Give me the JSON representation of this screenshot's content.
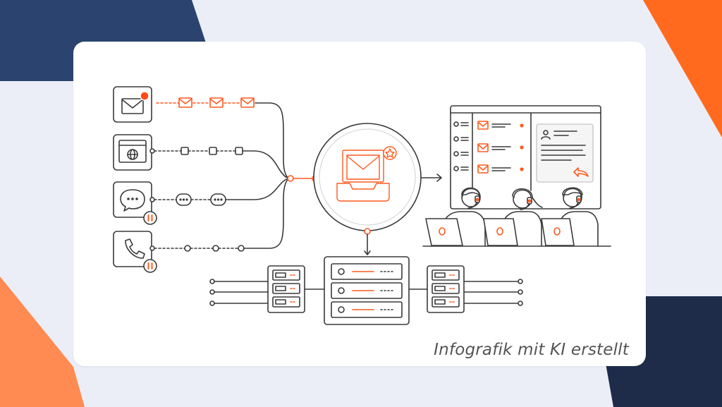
{
  "colors": {
    "navy": "#2b446f",
    "navy_dark": "#1e2b49",
    "orange": "#ff6a1f",
    "orange_light": "#ff8b52",
    "background": "#eceef7",
    "card": "#ffffff",
    "line": "#3a3a3a",
    "accent": "#ff5a1f"
  },
  "caption": "Infografik mit KI erstellt",
  "channels": [
    {
      "name": "email",
      "icon": "envelope-icon",
      "badge": "notification-dot"
    },
    {
      "name": "web",
      "icon": "globe-browser-icon",
      "badge": ""
    },
    {
      "name": "chat",
      "icon": "speech-bubble-icon",
      "badge": "pause-badge"
    },
    {
      "name": "phone",
      "icon": "phone-icon",
      "badge": "pause-badge"
    }
  ],
  "hub": {
    "icon": "inbox-with-star-icon"
  },
  "agents": {
    "count": 3,
    "icon": "headset-agent-icon"
  },
  "servers": {
    "icon": "server-rack-icon"
  }
}
